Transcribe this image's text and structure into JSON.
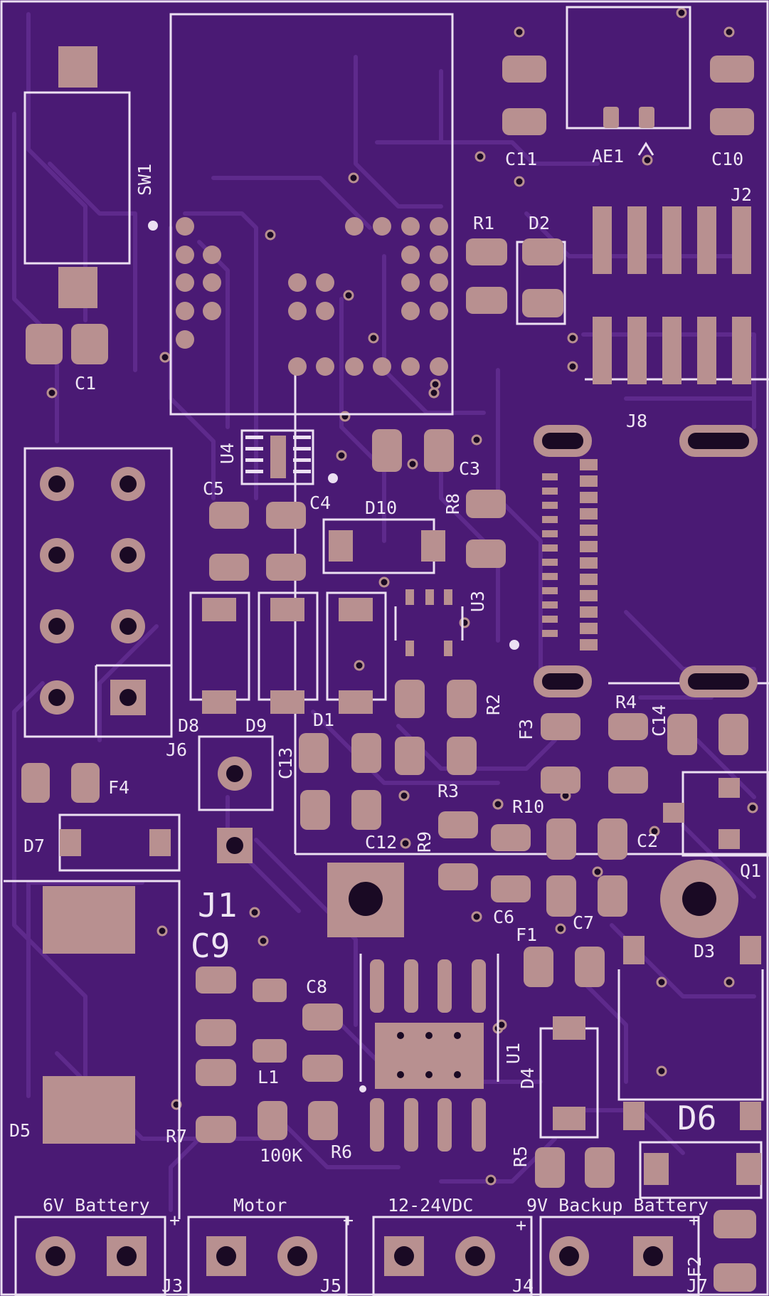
{
  "colors": {
    "board": "#4a1a74",
    "trace": "#5e2a8c",
    "pad": "#b89090",
    "hole": "#1a0a24",
    "silk": "#ece0f2"
  },
  "labels": {
    "sw1": "SW1",
    "c1": "C1",
    "c11": "C11",
    "ae1": "AE1",
    "c10": "C10",
    "j2": "J2",
    "r1": "R1",
    "d2": "D2",
    "u4": "U4",
    "c3": "C3",
    "j8": "J8",
    "c5": "C5",
    "c4": "C4",
    "d10": "D10",
    "r8": "R8",
    "u3": "U3",
    "d8": "D8",
    "d9": "D9",
    "d1": "D1",
    "r2": "R2",
    "j6": "J6",
    "c13": "C13",
    "f3": "F3",
    "r4": "R4",
    "c14": "C14",
    "f4": "F4",
    "r3": "R3",
    "r10": "R10",
    "d7": "D7",
    "c12": "C12",
    "r9": "R9",
    "c2": "C2",
    "q1": "Q1",
    "j1": "J1",
    "c6": "C6",
    "c9": "C9",
    "f1": "F1",
    "c7": "C7",
    "d3": "D3",
    "c8": "C8",
    "u1": "U1",
    "d4": "D4",
    "l1": "L1",
    "d5": "D5",
    "d6": "D6",
    "r7": "R7",
    "r6": "R6",
    "val_100k": "100K",
    "r5": "R5",
    "j3": "J3",
    "j5": "J5",
    "j4": "J4",
    "j7": "J7",
    "f2": "F2",
    "conn_6v": "6V Battery",
    "conn_motor": "Motor",
    "conn_dc": "12-24VDC",
    "conn_9v": "9V Backup Battery",
    "plus1": "+",
    "plus2": "+",
    "plus3": "+",
    "plus4": "+"
  }
}
